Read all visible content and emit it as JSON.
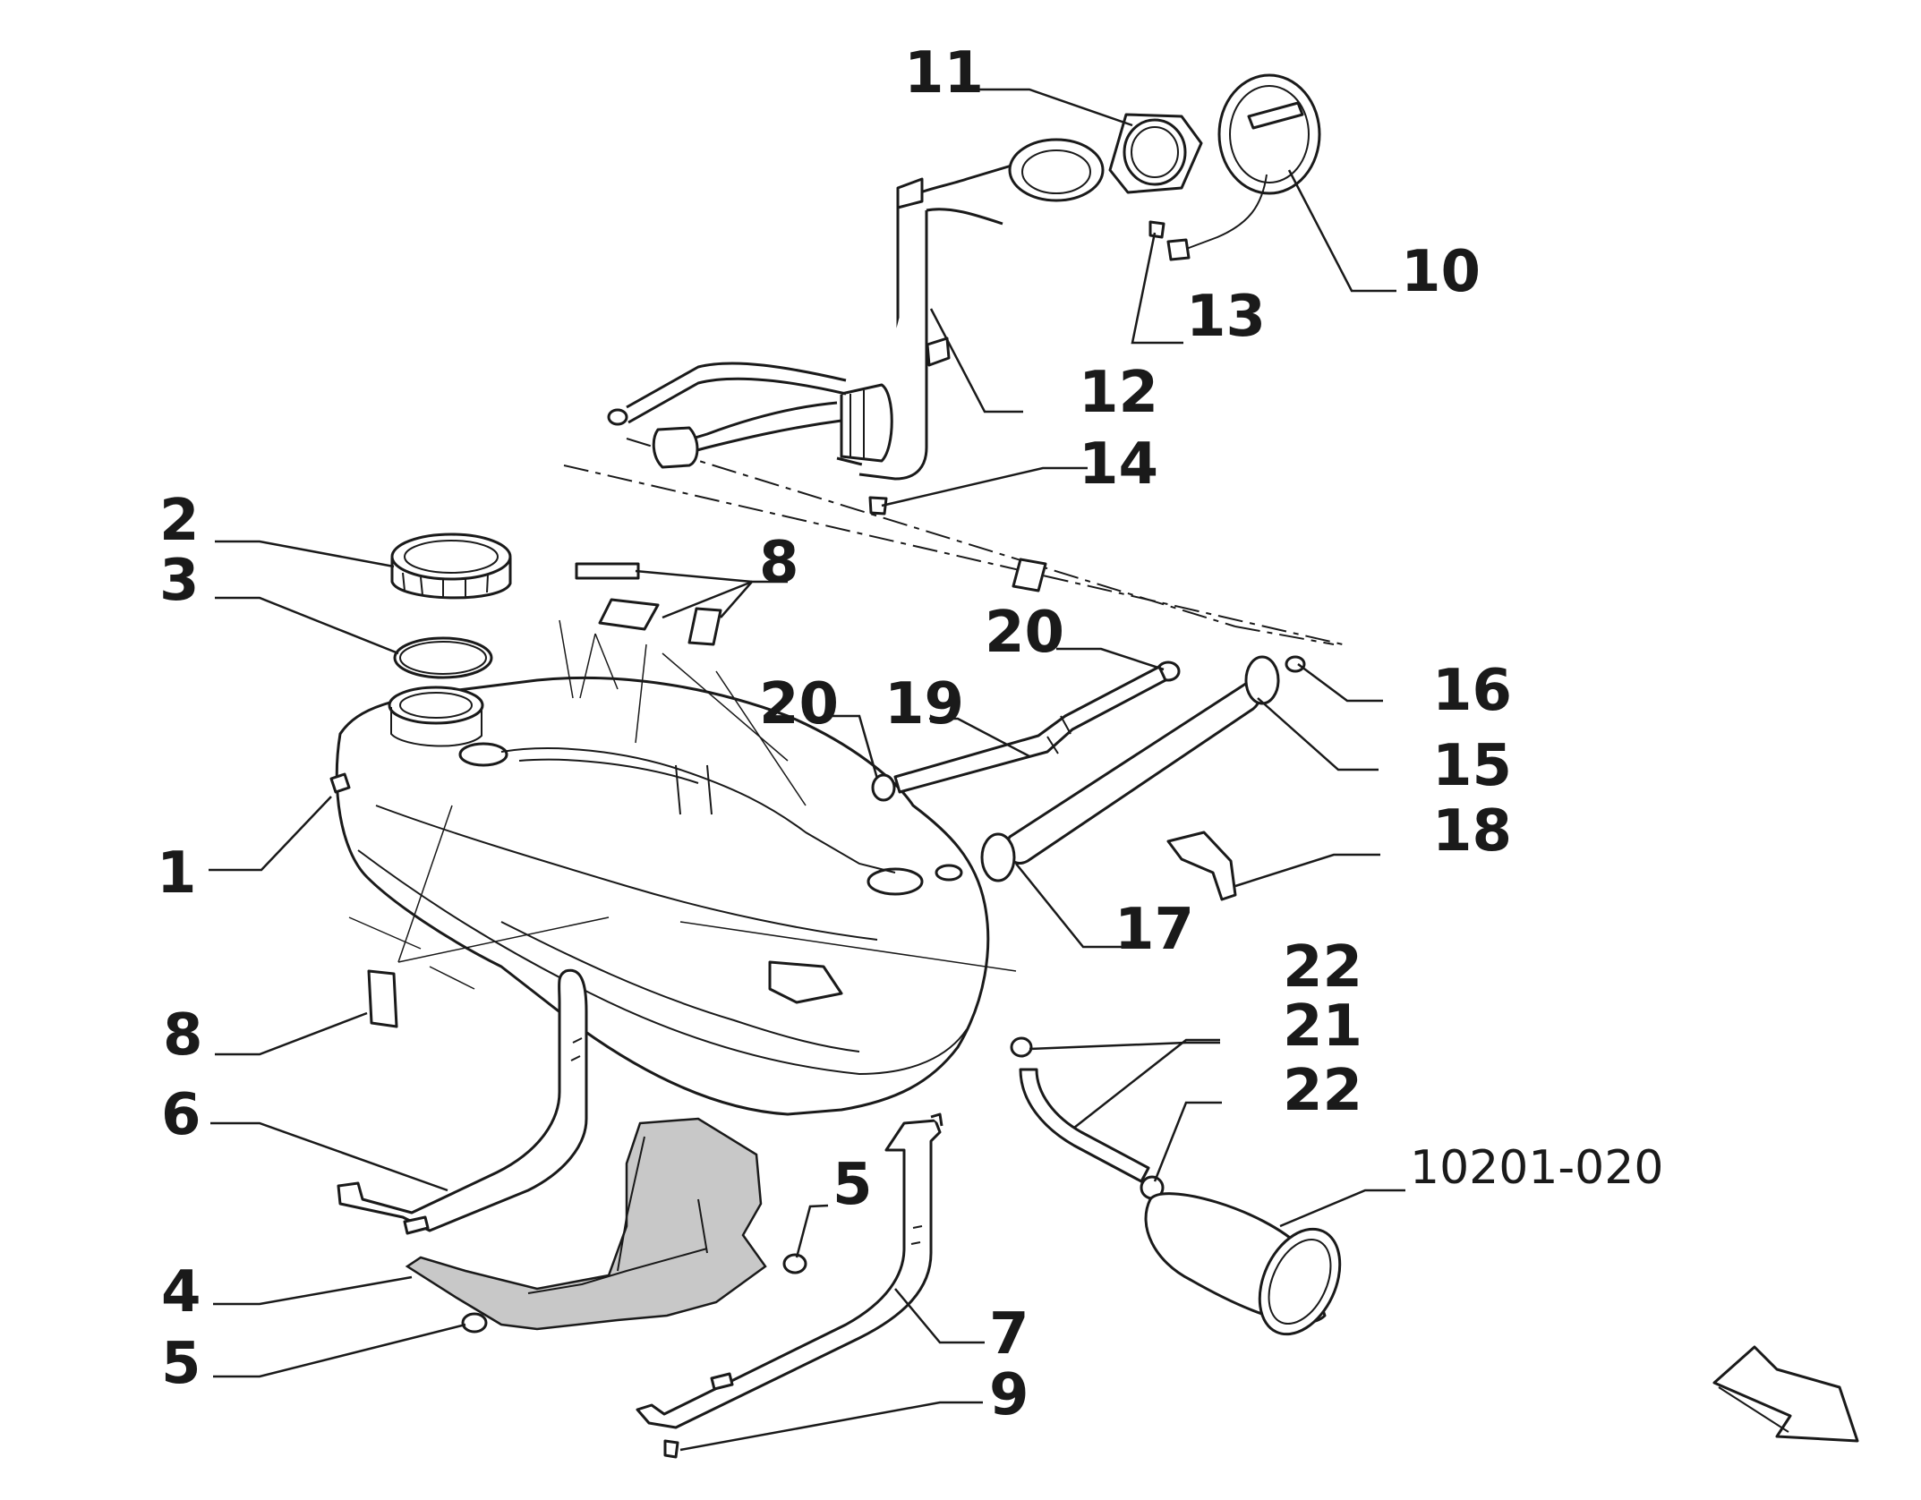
{
  "callouts": {
    "c1": "1",
    "c2": "2",
    "c3": "3",
    "c4": "4",
    "c5a": "5",
    "c5b": "5",
    "c6": "6",
    "c7": "7",
    "c8a": "8",
    "c8b": "8",
    "c9": "9",
    "c10": "10",
    "c11": "11",
    "c12": "12",
    "c13": "13",
    "c14": "14",
    "c15": "15",
    "c16": "16",
    "c17": "17",
    "c18": "18",
    "c19": "19",
    "c20a": "20",
    "c20b": "20",
    "c21": "21",
    "c22a": "22",
    "c22b": "22"
  },
  "reference_code": "10201-020"
}
